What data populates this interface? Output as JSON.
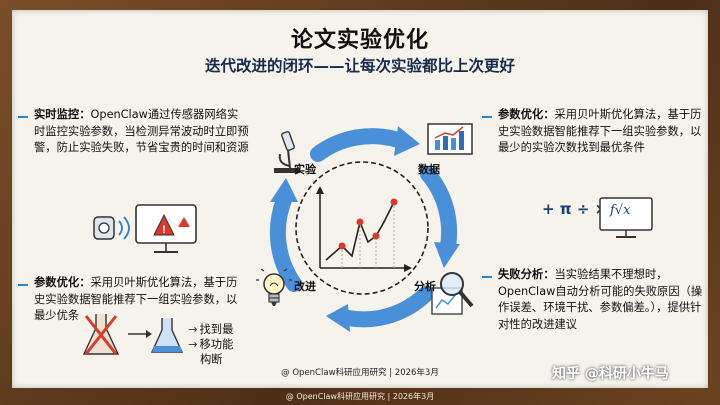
{
  "title": "论文实验优化",
  "subtitle": "迭代改进的闭环——让每次实验都比上次更好",
  "left_top": {
    "heading": "实时监控：",
    "body": "OpenClaw通过传感器网络实时监控实验参数，当检测异常波动时立即预警，防止实验失败，节省宝贵的时间和资源"
  },
  "left_bottom": {
    "heading": "参数优化：",
    "body": "采用贝叶斯优化算法，基于历史实验数据智能推荐下一组实验参数，以最少优条"
  },
  "left_bottom_result": {
    "line1": "找到最",
    "line2": "移功能",
    "line3": "构断"
  },
  "right_top": {
    "heading": "参数优化：",
    "body": "采用贝叶斯优化算法，基于历史实验数据智能推荐下一组实验参数，以最少的实验次数找到最优条件"
  },
  "right_bottom": {
    "heading": "失败分析：",
    "body": "当实验结果不理想时，OpenClaw自动分析可能的失败原因（操作误差、环境干扰、参数偏差。），提供针对性的改进建议"
  },
  "cycle": {
    "experiment": "实验",
    "data": "数据",
    "analysis": "分析",
    "improve": "改进"
  },
  "math_icons": {
    "left": "+ π ÷ ×",
    "right": "f√x"
  },
  "footer": "@ OpenClaw科研应用研究 | 2026年3月",
  "outer_footer": "@ OpenClaw科研应用研究 | 2026年3月",
  "watermark": "知乎 @科研小牛马",
  "colors": {
    "accent": "#2f7fc8",
    "arrow": "#4a90d9",
    "alert": "#d93a2b",
    "board": "#f6f3ec",
    "frame": "#5b3a1e"
  }
}
